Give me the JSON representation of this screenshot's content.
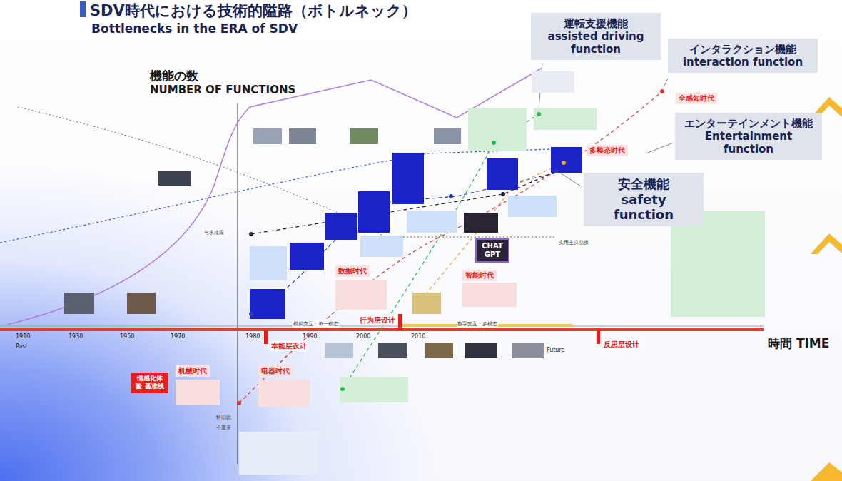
{
  "diagram": {
    "title": "SDV時代における技術的隘路（ボトルネック）",
    "nodes": [
      {
        "text": [
          "運転支援機能",
          "assisted driving function"
        ]
      },
      {
        "text": [
          "インタラクション機能",
          "interaction function"
        ]
      },
      {
        "text": [
          "エンターテインメント機能",
          "Entertainment function"
        ]
      },
      {
        "text": [
          "安全機能",
          "safety function"
        ]
      },
      {
        "text": [
          "全感知时代"
        ]
      },
      {
        "text": [
          "多模态时代"
        ]
      },
      {
        "text": [
          "CHAT GPT"
        ]
      },
      {
        "text": [
          "智能时代"
        ]
      },
      {
        "text": [
          "数据时代"
        ]
      },
      {
        "text": [
          "情感化体验 基准线"
        ]
      },
      {
        "text": [
          "机械时代"
        ]
      },
      {
        "text": [
          "电器时代"
        ]
      }
    ],
    "labels": [
      "Bottlenecks in the ERA of SDV",
      "機能の数",
      "NUMBER OF FUNCTIONS",
      "有求建应",
      "实用主义品质",
      "行为层设计",
      "模拟交互 · 单一模态",
      "数字交互 · 多模态",
      "1910",
      "1930",
      "1950",
      "1970",
      "1980",
      "1990",
      "2000",
      "2010",
      "Past",
      "Future",
      "本能层设计",
      "反思层设计",
      "時間 TIME",
      "怀旧比",
      "不重要"
    ]
  }
}
